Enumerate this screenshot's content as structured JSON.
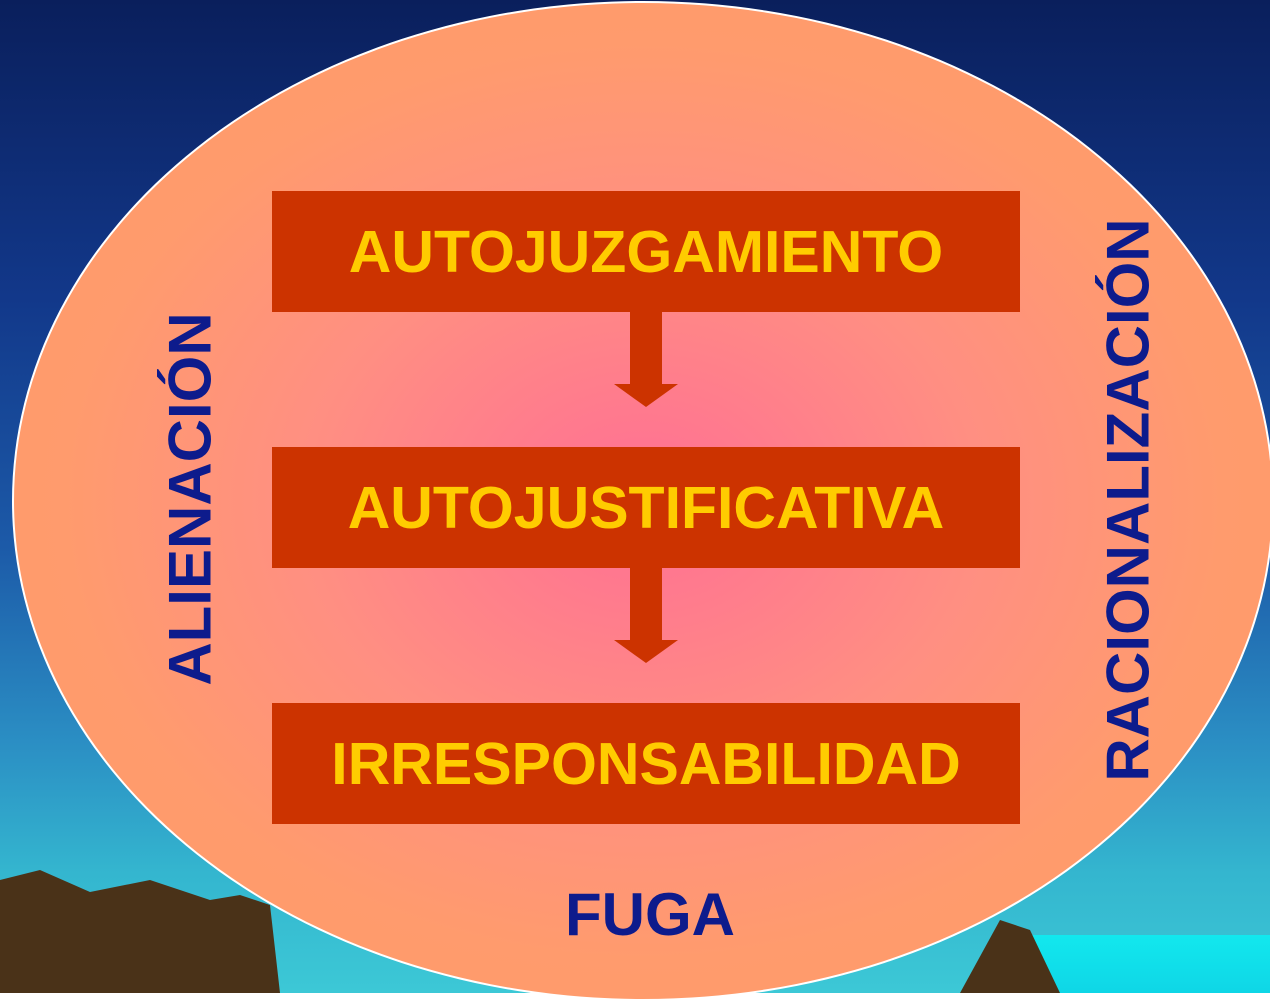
{
  "flow_steps": [
    {
      "label": "AUTOJUZGAMIENTO"
    },
    {
      "label": "AUTOJUSTIFICATIVA"
    },
    {
      "label": "IRRESPONSABILIDAD"
    }
  ],
  "side_labels": {
    "left": "ALIENACIÓN",
    "right": "RACIONALIZACIÓN",
    "bottom": "FUGA"
  },
  "colors": {
    "box_fill": "#cc3300",
    "box_text": "#ffcc00",
    "label_text": "#0d1b8c",
    "ellipse_fill": "#ff9c66",
    "ellipse_center": "#ff6f94",
    "sky_top": "#0a1f5c",
    "sea": "#12e8ee",
    "mountain": "#4a3218"
  }
}
